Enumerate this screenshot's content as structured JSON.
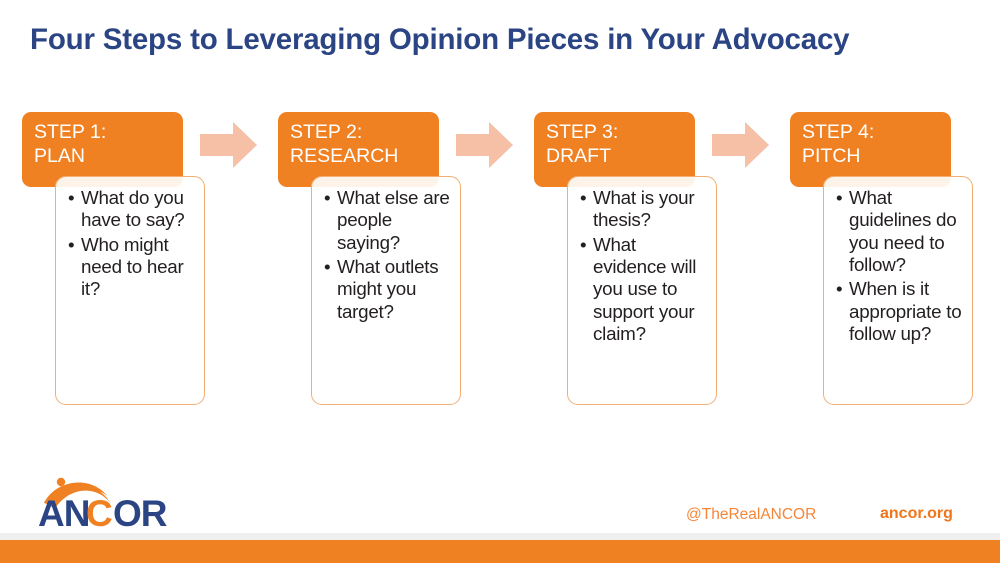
{
  "slide": {
    "title": "Four Steps to Leveraging Opinion Pieces in Your Advocacy",
    "title_color": "#2B4584",
    "accent_orange": "#F08122",
    "arrow_color": "#F5C0A6",
    "card_border": "#F2AE73"
  },
  "steps": [
    {
      "label_line1": "STEP 1:",
      "label_line2": "PLAN",
      "bullet_glyph": "•",
      "bullets": [
        "What do you have to say?",
        "Who might need to hear it?"
      ]
    },
    {
      "label_line1": "STEP 2:",
      "label_line2": "RESEARCH",
      "bullet_glyph": "•",
      "bullets": [
        "What else are people saying?",
        "What outlets might you target?"
      ]
    },
    {
      "label_line1": "STEP 3:",
      "label_line2": "DRAFT",
      "bullet_glyph": "•",
      "bullets": [
        "What is your thesis?",
        "What evidence will you use to support your claim?"
      ]
    },
    {
      "label_line1": "STEP 4:",
      "label_line2": "PITCH",
      "bullet_glyph": "•",
      "bullets": [
        "What guidelines do you need to follow?",
        "When is it appropriate to follow up?"
      ]
    }
  ],
  "arrows": [
    {
      "name": "arrow-step1-to-step2"
    },
    {
      "name": "arrow-step2-to-step3"
    },
    {
      "name": "arrow-step3-to-step4"
    }
  ],
  "footer": {
    "logo_text": "ANCOR",
    "logo_navy": "#2B4584",
    "logo_orange": "#F08122",
    "social_handle": "@TheRealANCOR",
    "website": "ancor.org",
    "bar_color": "#F08122"
  }
}
